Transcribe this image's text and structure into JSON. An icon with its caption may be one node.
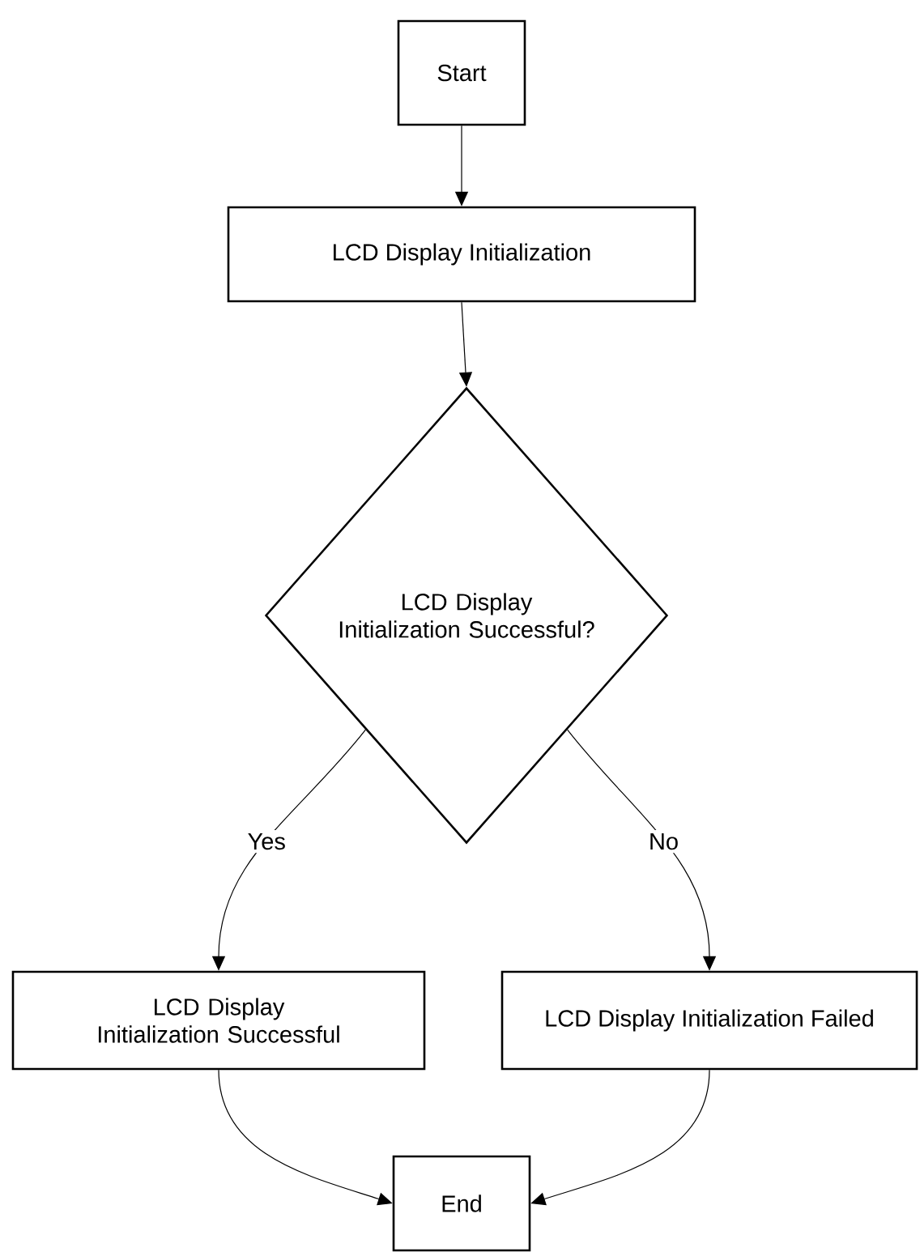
{
  "diagram": {
    "nodes": [
      {
        "text": [
          "Start"
        ]
      },
      {
        "text": [
          "LCD Display Initialization"
        ]
      },
      {
        "text": [
          "LCD Display Initialization Successful?"
        ]
      },
      {
        "text": [
          "LCD Display Initialization Successful"
        ]
      },
      {
        "text": [
          "LCD Display Initialization Failed"
        ]
      },
      {
        "text": [
          "End"
        ]
      }
    ],
    "edges": [
      {
        "from": 0,
        "to": 1,
        "arrow": "to"
      },
      {
        "from": 1,
        "to": 2,
        "arrow": "to"
      },
      {
        "from": 2,
        "to": 3,
        "arrow": "to",
        "label": "Yes"
      },
      {
        "from": 2,
        "to": 4,
        "arrow": "to",
        "label": "No"
      },
      {
        "from": 3,
        "to": 5,
        "arrow": "to"
      },
      {
        "from": 4,
        "to": 5,
        "arrow": "to"
      }
    ]
  }
}
